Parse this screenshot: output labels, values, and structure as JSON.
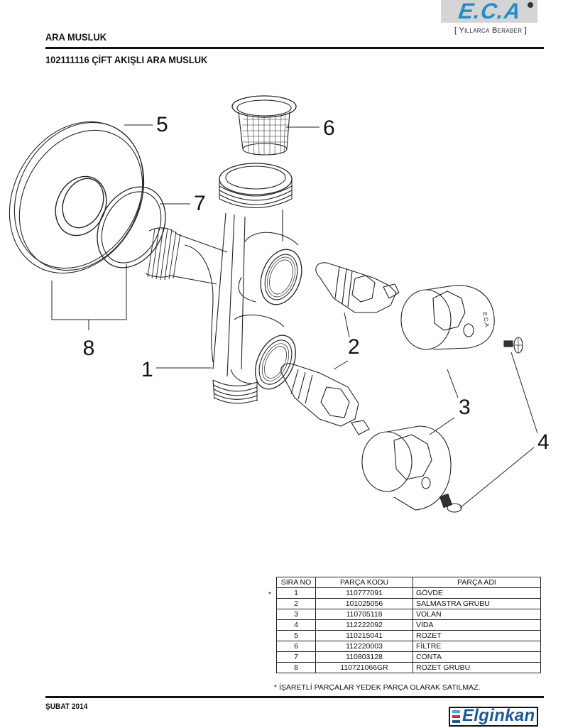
{
  "header": {
    "brand_logo": "E.C.A",
    "brand_tagline": "[ Yıllarca Beraber ]",
    "section_title": "ARA MUSLUK",
    "product_title": "102111116 ÇİFT AKIŞLI ARA MUSLUK"
  },
  "colors": {
    "eca_blue": "#1f8ec9",
    "logo_bg": "#d4d4d4",
    "elginkan_blue": "#1a5a9a",
    "elginkan_red": "#d9262b",
    "elginkan_lightblue": "#4aa3df",
    "line": "#111111"
  },
  "diagram": {
    "callouts": [
      "1",
      "2",
      "3",
      "4",
      "5",
      "6",
      "7",
      "8"
    ],
    "knob_logo": "E.C.A"
  },
  "parts_table": {
    "headers": [
      "SIRA NO",
      "PARÇA KODU",
      "PARÇA ADI"
    ],
    "rows": [
      {
        "no": "1",
        "code": "110777091",
        "name": "GÖVDE",
        "marked": true
      },
      {
        "no": "2",
        "code": "101025056",
        "name": "SALMASTRA GRUBU",
        "marked": false
      },
      {
        "no": "3",
        "code": "110705118",
        "name": "VOLAN",
        "marked": false
      },
      {
        "no": "4",
        "code": "112222092",
        "name": "VİDA",
        "marked": false
      },
      {
        "no": "5",
        "code": "110215041",
        "name": "ROZET",
        "marked": false
      },
      {
        "no": "6",
        "code": "112220003",
        "name": "FİLTRE",
        "marked": false
      },
      {
        "no": "7",
        "code": "110803128",
        "name": "CONTA",
        "marked": false
      },
      {
        "no": "8",
        "code": "110721066GR",
        "name": "ROZET GRUBU",
        "marked": false
      }
    ],
    "mark_symbol": "*",
    "note": "* İŞARETLİ PARÇALAR YEDEK PARÇA OLARAK SATILMAZ."
  },
  "footer": {
    "date": "ŞUBAT 2014",
    "company": "Elginkan"
  }
}
